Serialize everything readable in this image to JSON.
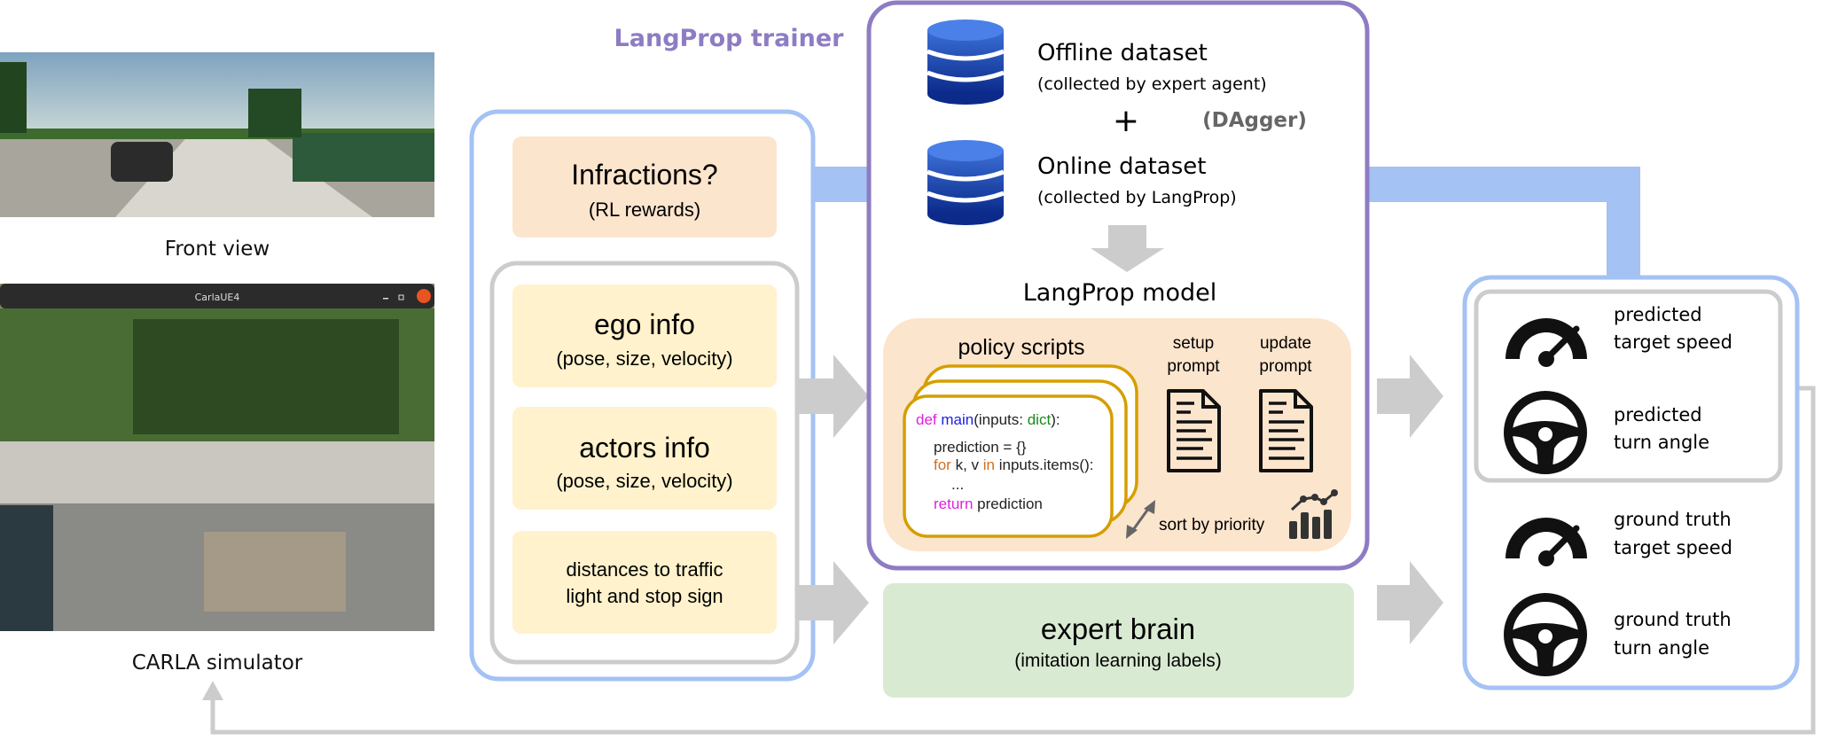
{
  "simulator": {
    "front_view_label": "Front view",
    "window_title": "CarlaUE4",
    "simulator_label": "CARLA simulator"
  },
  "inputs": {
    "infractions_title": "Infractions?",
    "infractions_sub": "(RL rewards)",
    "ego_title": "ego info",
    "ego_sub": "(pose, size, velocity)",
    "actors_title": "actors info",
    "actors_sub": "(pose, size, velocity)",
    "distances_line1": "distances to traffic",
    "distances_line2": "light and stop sign"
  },
  "trainer": {
    "title": "LangProp trainer",
    "offline_title": "Offline dataset",
    "offline_sub": "(collected by expert agent)",
    "plus": "+",
    "dagger": "(DAgger)",
    "online_title": "Online dataset",
    "online_sub": "(collected by LangProp)",
    "model_title": "LangProp model",
    "policy_scripts": "policy scripts",
    "setup_prompt": [
      "setup",
      "prompt"
    ],
    "update_prompt": [
      "update",
      "prompt"
    ],
    "sort_label": "sort by priority",
    "code": {
      "line1": {
        "kw": "def",
        "fn": "main",
        "a": "(inputs: ",
        "type": "dict",
        "b": "):"
      },
      "line2": "prediction = {}",
      "line3": {
        "kw1": "for",
        "a": " k, v ",
        "kw2": "in",
        "b": " inputs.items():"
      },
      "line4": "...",
      "line5": {
        "kw": "return",
        "a": " prediction"
      }
    }
  },
  "expert": {
    "title": "expert brain",
    "sub": "(imitation learning labels)"
  },
  "outputs": {
    "predicted_speed": [
      "predicted",
      "target speed"
    ],
    "predicted_angle": [
      "predicted",
      "turn angle"
    ],
    "gt_speed": [
      "ground truth",
      "target speed"
    ],
    "gt_angle": [
      "ground truth",
      "turn angle"
    ]
  },
  "colors": {
    "blue": "#a4c2f4",
    "purple": "#8e7cc3",
    "peach": "#fce5cd",
    "yellow": "#fff2cc",
    "green": "#d9ead3",
    "gold": "#d69e00",
    "gray": "#cccccc"
  },
  "icons": [
    "database-icon",
    "document-icon",
    "bar-chart-icon",
    "speedometer-icon",
    "steering-wheel-icon",
    "double-arrow-icon"
  ]
}
